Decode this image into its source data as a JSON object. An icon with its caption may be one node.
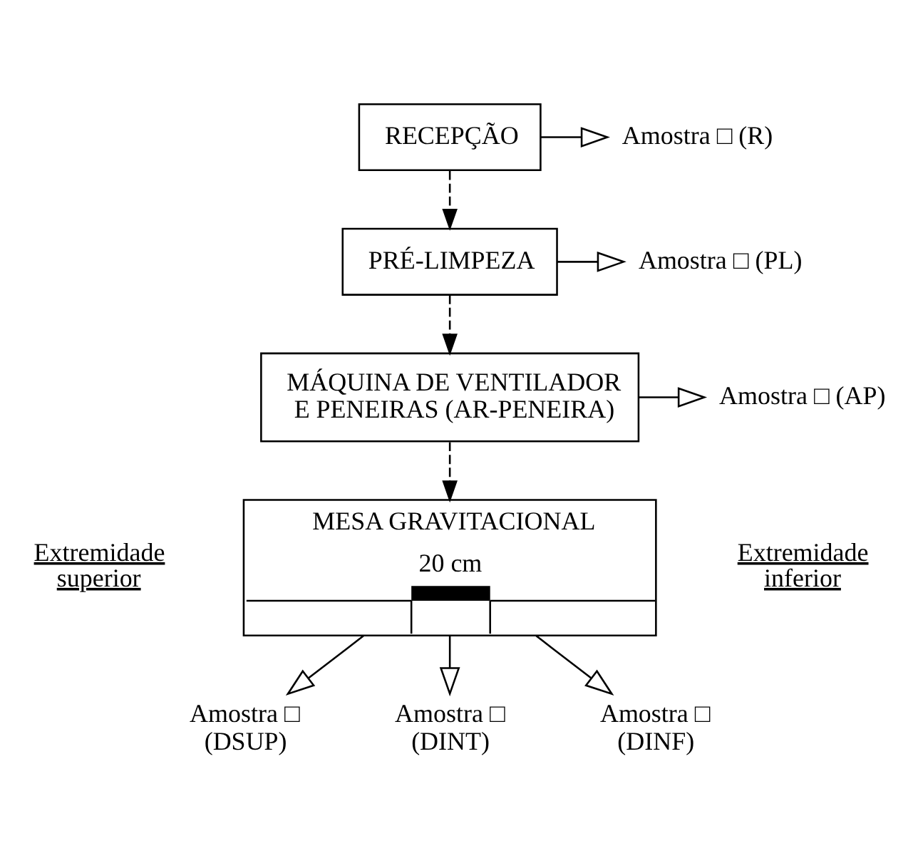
{
  "diagram": {
    "nodes": [
      {
        "text": [
          "RECEPÇÃO"
        ]
      },
      {
        "text": [
          "PRÉ-LIMPEZA"
        ]
      },
      {
        "text": [
          "MÁQUINA DE VENTILADOR E PENEIRAS (AR-PENEIRA)"
        ]
      },
      {
        "text": [
          "MESA GRAVITACIONAL",
          "20 cm"
        ]
      },
      {
        "text": [
          "Amostra □ (R)"
        ]
      },
      {
        "text": [
          "Amostra □ (PL)"
        ]
      },
      {
        "text": [
          "Amostra □ (AP)"
        ]
      },
      {
        "text": [
          "Amostra □ (DSUP)"
        ]
      },
      {
        "text": [
          "Amostra □ (DINT)"
        ]
      },
      {
        "text": [
          "Amostra □ (DINF)"
        ]
      }
    ],
    "edges": [
      {
        "from": 0,
        "to": 1,
        "arrow": "to",
        "style": "dashed"
      },
      {
        "from": 1,
        "to": 2,
        "arrow": "to",
        "style": "dashed"
      },
      {
        "from": 2,
        "to": 3,
        "arrow": "to",
        "style": "dashed"
      },
      {
        "from": 0,
        "to": 4,
        "arrow": "to"
      },
      {
        "from": 1,
        "to": 5,
        "arrow": "to"
      },
      {
        "from": 2,
        "to": 6,
        "arrow": "to"
      },
      {
        "from": 3,
        "to": 7,
        "arrow": "to"
      },
      {
        "from": 3,
        "to": 8,
        "arrow": "to"
      },
      {
        "from": 3,
        "to": 9,
        "arrow": "to"
      }
    ],
    "labels": [
      "Extremidade superior",
      "Extremidade inferior"
    ]
  }
}
